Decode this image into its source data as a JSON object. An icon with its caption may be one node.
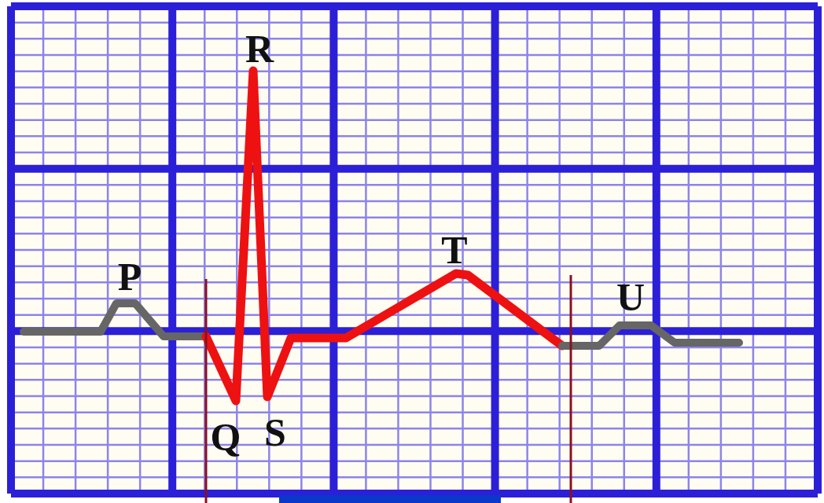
{
  "diagram": {
    "labels": [
      "R",
      "T",
      "P",
      "U",
      "Q",
      "S"
    ]
  }
}
